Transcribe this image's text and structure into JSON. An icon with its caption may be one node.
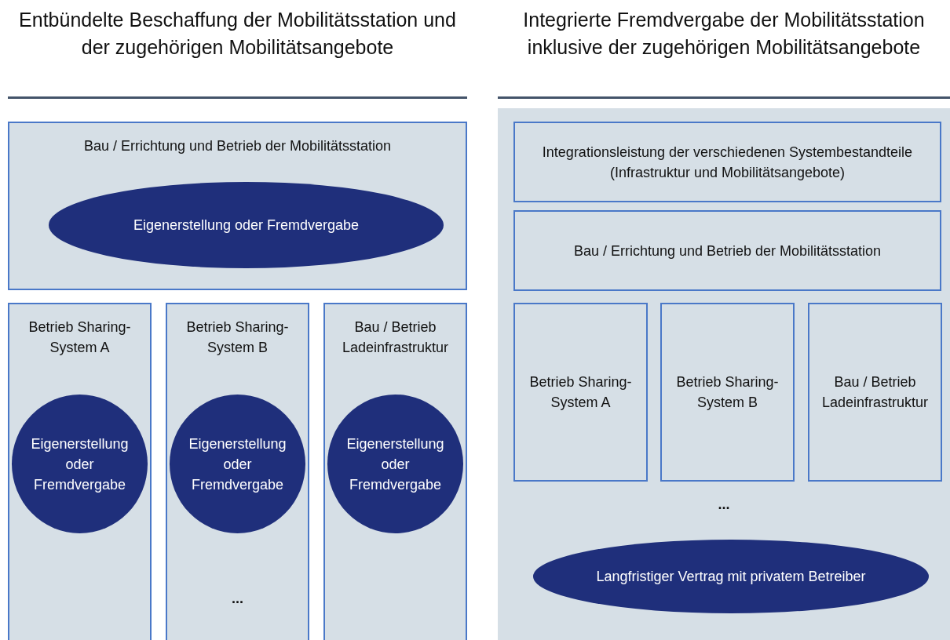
{
  "diagram": {
    "nodes": [
      {
        "text": [
          "Bau / Errichtung und Betrieb der Mobilitätsstation"
        ]
      },
      {
        "text": [
          "Eigenerstellung oder Fremdvergabe"
        ],
        "in": 0
      },
      {
        "text": [
          "Betrieb Sharing-System A"
        ]
      },
      {
        "text": [
          "Eigenerstellung oder Fremdvergabe"
        ],
        "in": 2
      },
      {
        "text": [
          "Betrieb Sharing-System B",
          "..."
        ]
      },
      {
        "text": [
          "Eigenerstellung oder Fremdvergabe"
        ],
        "in": 4
      },
      {
        "text": [
          "Bau / Betrieb Ladeinfrastruktur"
        ]
      },
      {
        "text": [
          "Eigenerstellung oder Fremdvergabe"
        ],
        "in": 6
      },
      {
        "text": [
          "..."
        ]
      },
      {
        "text": [
          "Integrationsleistung der verschiedenen Systembestandteile (Infrastruktur und Mobilitätsangebote)"
        ],
        "in": 8
      },
      {
        "text": [
          "Bau / Errichtung und Betrieb der Mobilitätsstation"
        ],
        "in": 8
      },
      {
        "text": [
          "Betrieb Sharing-System A"
        ],
        "in": 8
      },
      {
        "text": [
          "Betrieb Sharing-System B"
        ],
        "in": 8
      },
      {
        "text": [
          "Bau / Betrieb Ladeinfrastruktur"
        ],
        "in": 8
      },
      {
        "text": [
          "Langfristiger Vertrag mit privatem Betreiber"
        ],
        "in": 8
      }
    ],
    "labels": [
      "Entbündelte Beschaffung der Mobilitätsstation und der zugehörigen Mobilitätsangebote",
      "Integrierte Fremdvergabe der Mobilitätsstation inklusive der zugehörigen Mobilitätsangebote"
    ]
  }
}
